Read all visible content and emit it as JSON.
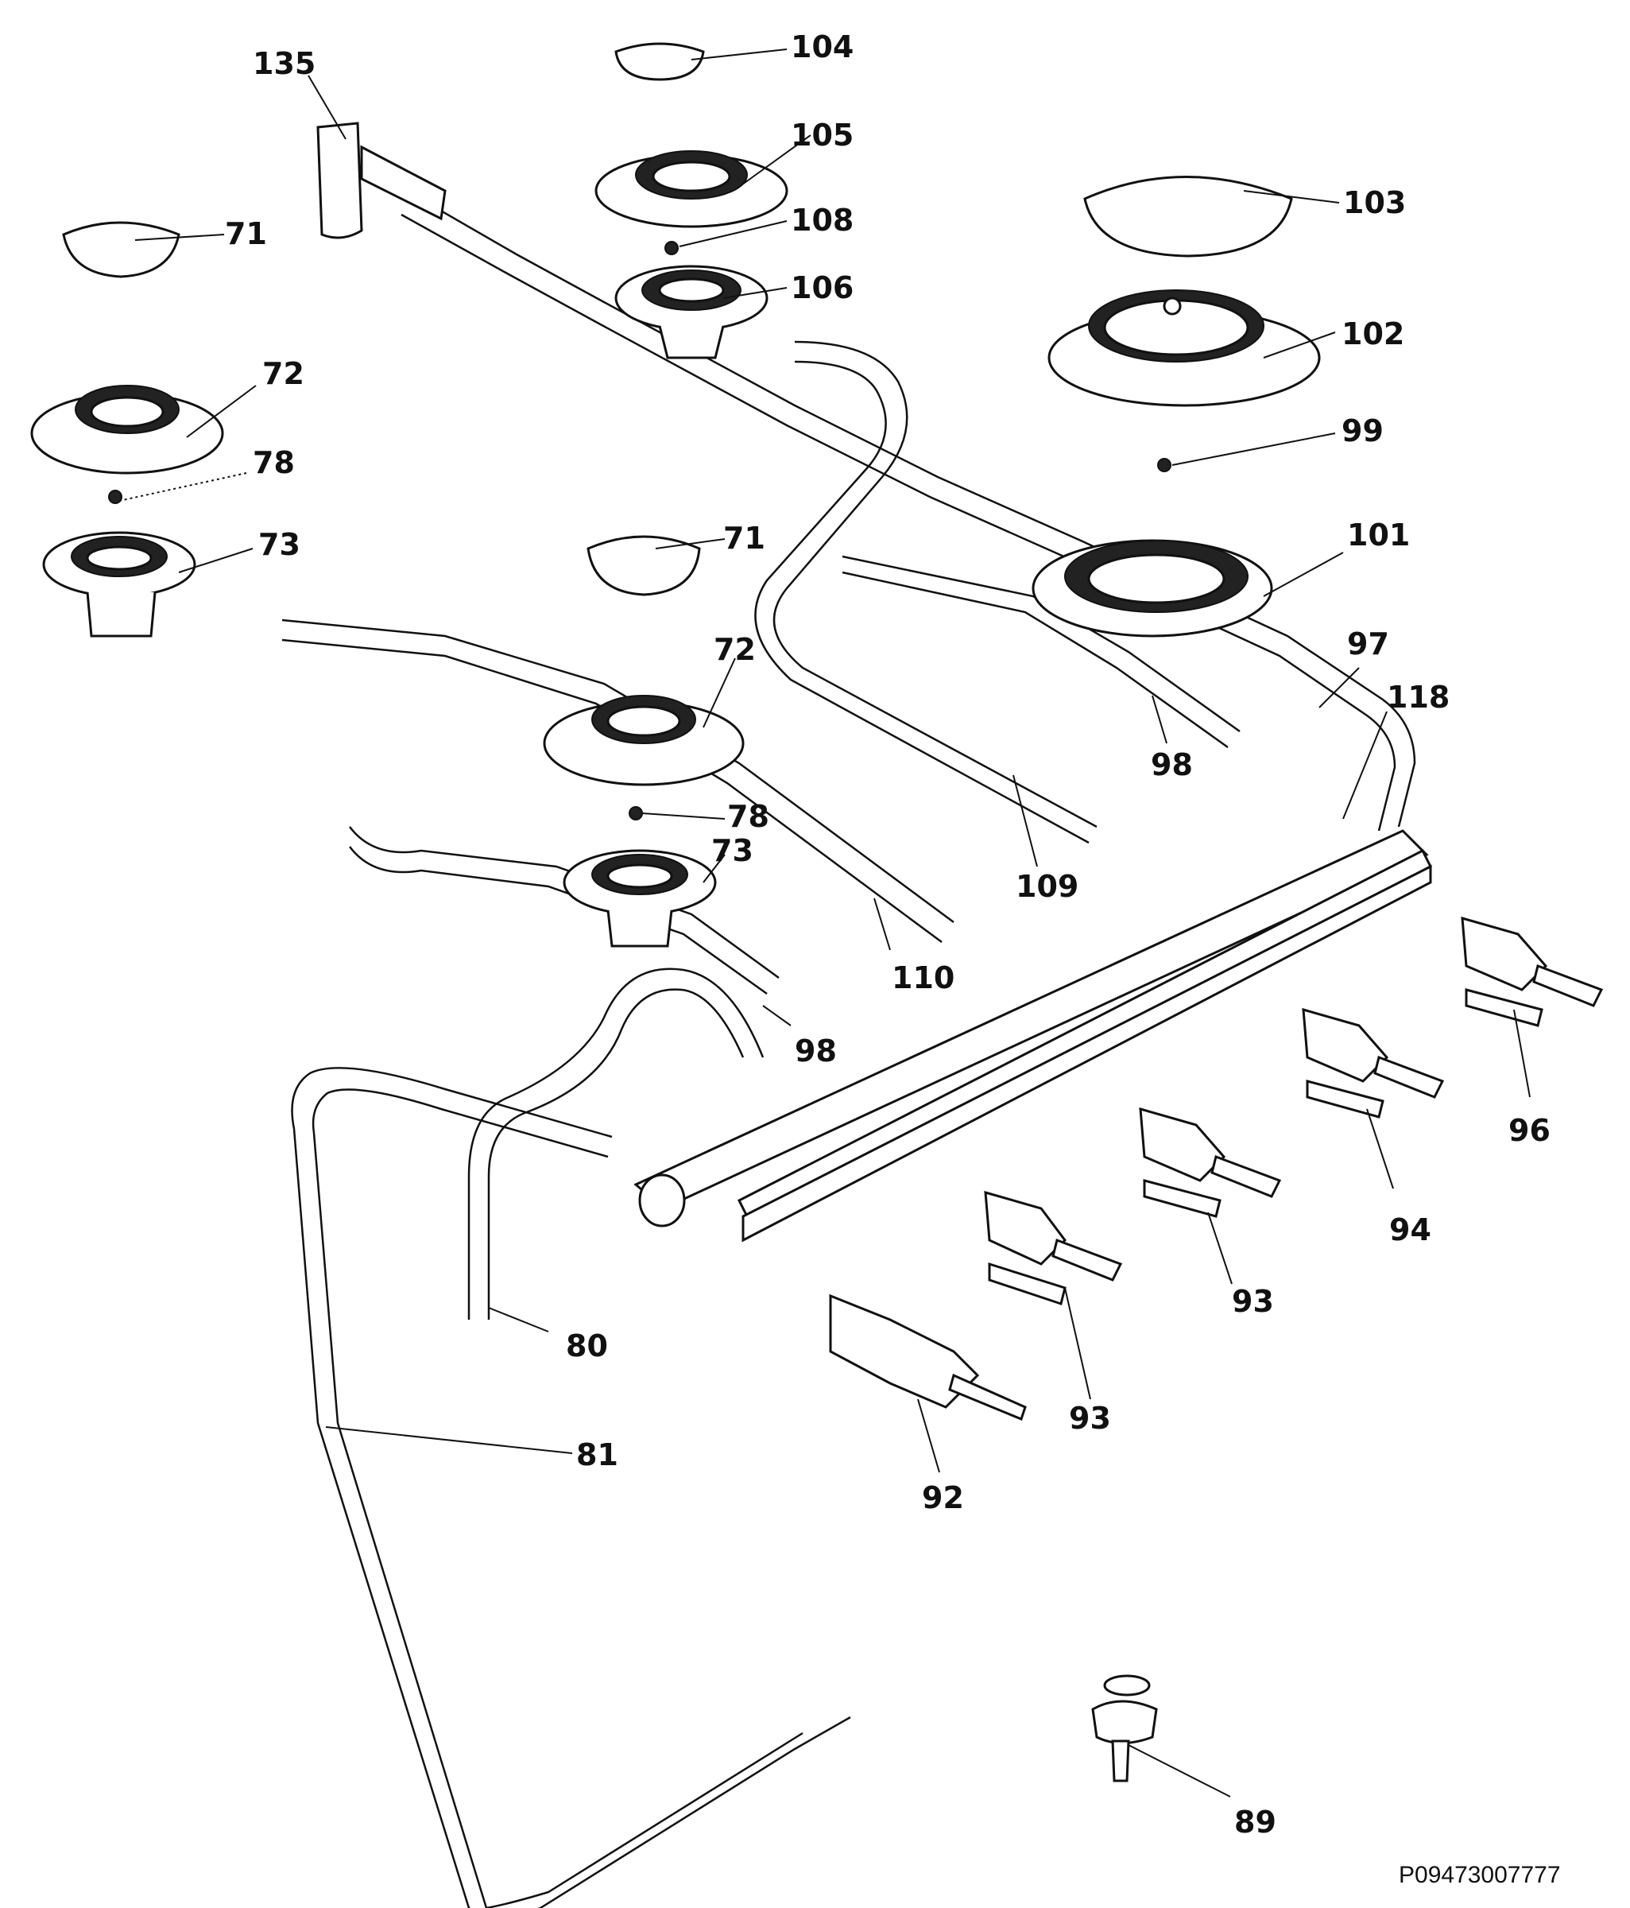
{
  "drawing": {
    "part_labels": [
      {
        "id": "lbl-135",
        "text": "135"
      },
      {
        "id": "lbl-104",
        "text": "104"
      },
      {
        "id": "lbl-105",
        "text": "105"
      },
      {
        "id": "lbl-108",
        "text": "108"
      },
      {
        "id": "lbl-106",
        "text": "106"
      },
      {
        "id": "lbl-103",
        "text": "103"
      },
      {
        "id": "lbl-102",
        "text": "102"
      },
      {
        "id": "lbl-99",
        "text": "99"
      },
      {
        "id": "lbl-101",
        "text": "101"
      },
      {
        "id": "lbl-97",
        "text": "97"
      },
      {
        "id": "lbl-118",
        "text": "118"
      },
      {
        "id": "lbl-98a",
        "text": "98"
      },
      {
        "id": "lbl-109",
        "text": "109"
      },
      {
        "id": "lbl-71a",
        "text": "71"
      },
      {
        "id": "lbl-72a",
        "text": "72"
      },
      {
        "id": "lbl-78a",
        "text": "78"
      },
      {
        "id": "lbl-73a",
        "text": "73"
      },
      {
        "id": "lbl-71b",
        "text": "71"
      },
      {
        "id": "lbl-72b",
        "text": "72"
      },
      {
        "id": "lbl-78b",
        "text": "78"
      },
      {
        "id": "lbl-73b",
        "text": "73"
      },
      {
        "id": "lbl-110",
        "text": "110"
      },
      {
        "id": "lbl-98b",
        "text": "98"
      },
      {
        "id": "lbl-96",
        "text": "96"
      },
      {
        "id": "lbl-94",
        "text": "94"
      },
      {
        "id": "lbl-93a",
        "text": "93"
      },
      {
        "id": "lbl-93b",
        "text": "93"
      },
      {
        "id": "lbl-92",
        "text": "92"
      },
      {
        "id": "lbl-80",
        "text": "80"
      },
      {
        "id": "lbl-81",
        "text": "81"
      },
      {
        "id": "lbl-89",
        "text": "89"
      }
    ],
    "document_id": "P09473007777"
  }
}
